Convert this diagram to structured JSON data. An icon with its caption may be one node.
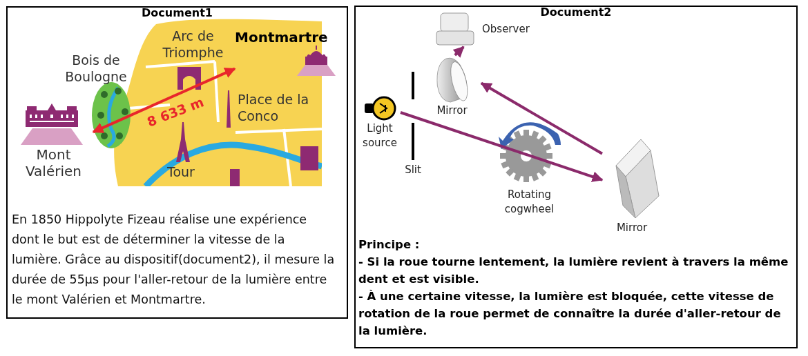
{
  "diagram": {
    "nodes": [
      {
        "text": [
          "Document1"
        ]
      },
      {
        "text": [
          "Mont Valérien"
        ],
        "in": 0
      },
      {
        "text": [
          "Montmartre"
        ],
        "in": 0
      },
      {
        "text": [
          "Document2"
        ]
      },
      {
        "text": [
          "Light source"
        ],
        "in": 3
      },
      {
        "text": [
          "Slit"
        ],
        "in": 3
      },
      {
        "text": [
          "Mirror"
        ],
        "in": 3
      },
      {
        "text": [
          "Rotating cogwheel"
        ],
        "in": 3
      },
      {
        "text": [
          "Mirror"
        ],
        "in": 3
      },
      {
        "text": [
          "Observer"
        ],
        "in": 3
      }
    ],
    "edges": [
      {
        "from": 1,
        "to": 2,
        "arrow": "both",
        "label": "8 633 m",
        "color": "#e8262b"
      },
      {
        "from": 4,
        "to": 8,
        "arrow": "to",
        "color": "#8b2a6b"
      },
      {
        "from": 8,
        "to": 6,
        "arrow": "to",
        "color": "#8b2a6b"
      },
      {
        "from": 6,
        "to": 9,
        "arrow": "to",
        "color": "#8b2a6b"
      }
    ],
    "labels": [
      "Bois de Boulogne",
      "Arc de Triomphe",
      "Place de la Conco",
      "Tour",
      "En 1850 Hippolyte Fizeau réalise une expérience dont le but est de déterminer la vitesse de la lumière. Grâce au dispositif(document2), il mesure la durée de 55µs pour l'aller-retour de la lumière entre le mont Valérien et Montmartre.",
      "Principe :",
      "- Si la roue tourne lentement, la lumière revient à travers la même dent et est visible.",
      "- À une certaine vitesse, la lumière est bloquée, cette vitesse de rotation de la roue permet de connaître la durée d'aller-retour de la lumière."
    ]
  }
}
